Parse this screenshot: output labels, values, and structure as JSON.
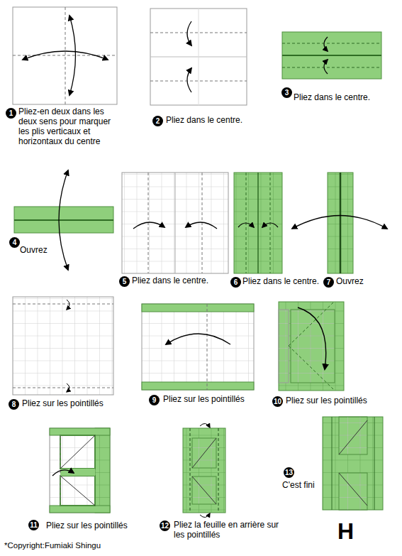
{
  "diagram": {
    "labels": [
      "1",
      "Pliez-en deux dans les deux sens pour marquer les plis verticaux et horizontaux du centre",
      "2",
      "Pliez dans le centre.",
      "3",
      "Pliez dans le centre.",
      "4",
      "Ouvrez",
      "5",
      "Pliez dans le centre.",
      "6",
      "Pliez dans le centre.",
      "7",
      "Ouvrez",
      "8",
      "Pliez sur les pointillés",
      "9",
      "Pliez sur les pointillés",
      "10",
      "Pliez sur les pointillés",
      "11",
      "Pliez sur les pointillés",
      "12",
      "Pliez la feuille en arrière sur les pointillés",
      "13",
      "C'est fini",
      "H",
      "*Copyright:Fumiaki Shingu"
    ]
  }
}
